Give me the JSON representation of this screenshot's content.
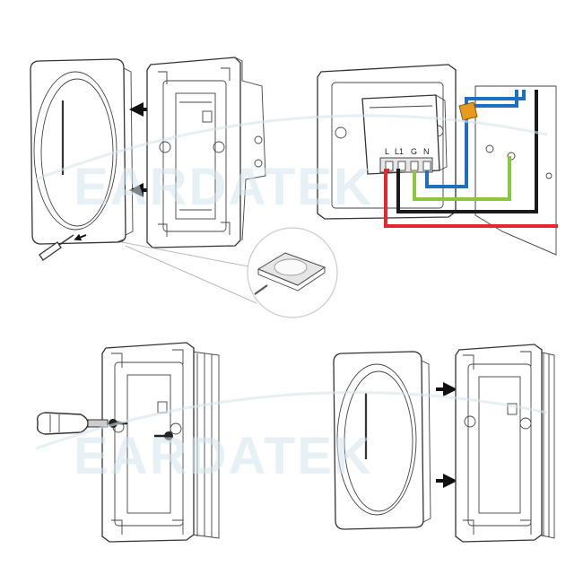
{
  "watermark": {
    "brand": "EARDATEK",
    "color": "#d5e4ec"
  },
  "terminals": {
    "labels": [
      "L",
      "L1",
      "G",
      "N"
    ]
  },
  "wires": {
    "red": "#e8262b",
    "black": "#1a1a1a",
    "green": "#8cc63f",
    "blue": "#1f6fc1",
    "connector": "#e89a1c"
  },
  "icons": {
    "arrow": "arrow-left-icon",
    "screwdriver": "screwdriver-icon",
    "screw": "screw-icon"
  }
}
